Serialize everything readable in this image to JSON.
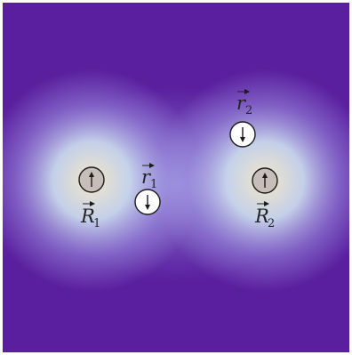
{
  "colors": {
    "background": "#5a1f9e",
    "glow_inner": "#f2e6c8",
    "glow_mid": "#c9d8ec",
    "glow_outer": "#9a8ce0",
    "nucleus_fill": "#c7bdb9",
    "electron_fill": "#ffffff",
    "outline": "#1a1a1a"
  },
  "particles": {
    "nucleus_1": {
      "symbol": "R",
      "subscript": "1",
      "spin": "up"
    },
    "nucleus_2": {
      "symbol": "R",
      "subscript": "2",
      "spin": "up"
    },
    "electron_1": {
      "symbol": "r",
      "subscript": "1",
      "spin": "down"
    },
    "electron_2": {
      "symbol": "r",
      "subscript": "2",
      "spin": "down"
    }
  }
}
